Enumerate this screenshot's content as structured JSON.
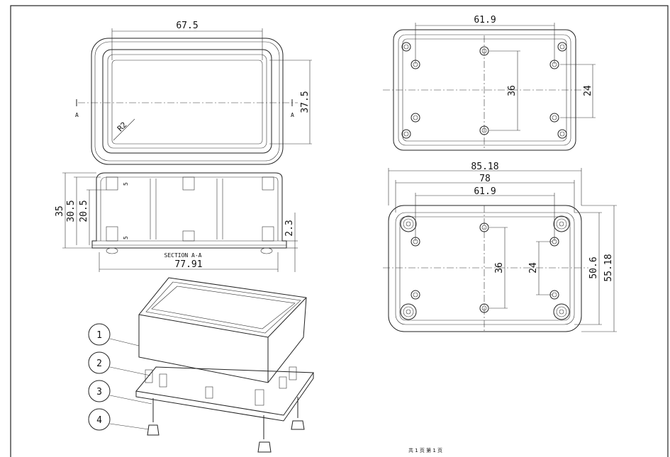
{
  "top_view_dims": {
    "width": "67.5",
    "height": "37.5",
    "radius": "R2",
    "section_mark": "A"
  },
  "section_view": {
    "label": "SECTION A-A",
    "overall_height": "35",
    "inner_height": "30.5",
    "wall_height": "20.5",
    "base_thickness": "2.3",
    "overall_width": "77.91",
    "upper_mark": "5",
    "lower_mark": "5"
  },
  "inner_view_dims": {
    "hole_spacing": "61.9",
    "vertical_spacing": "36",
    "side_spacing": "24"
  },
  "bottom_view_dims": {
    "overall_width": "85.18",
    "mid_width": "78",
    "hole_spacing": "61.9",
    "vertical_spacing": "36",
    "side_spacing": "24",
    "inner_height": "50.6",
    "overall_height": "55.18"
  },
  "exploded_view": {
    "callouts": [
      "1",
      "2",
      "3",
      "4"
    ]
  },
  "footer": {
    "page_text": "共 1 页  第 1 页"
  }
}
